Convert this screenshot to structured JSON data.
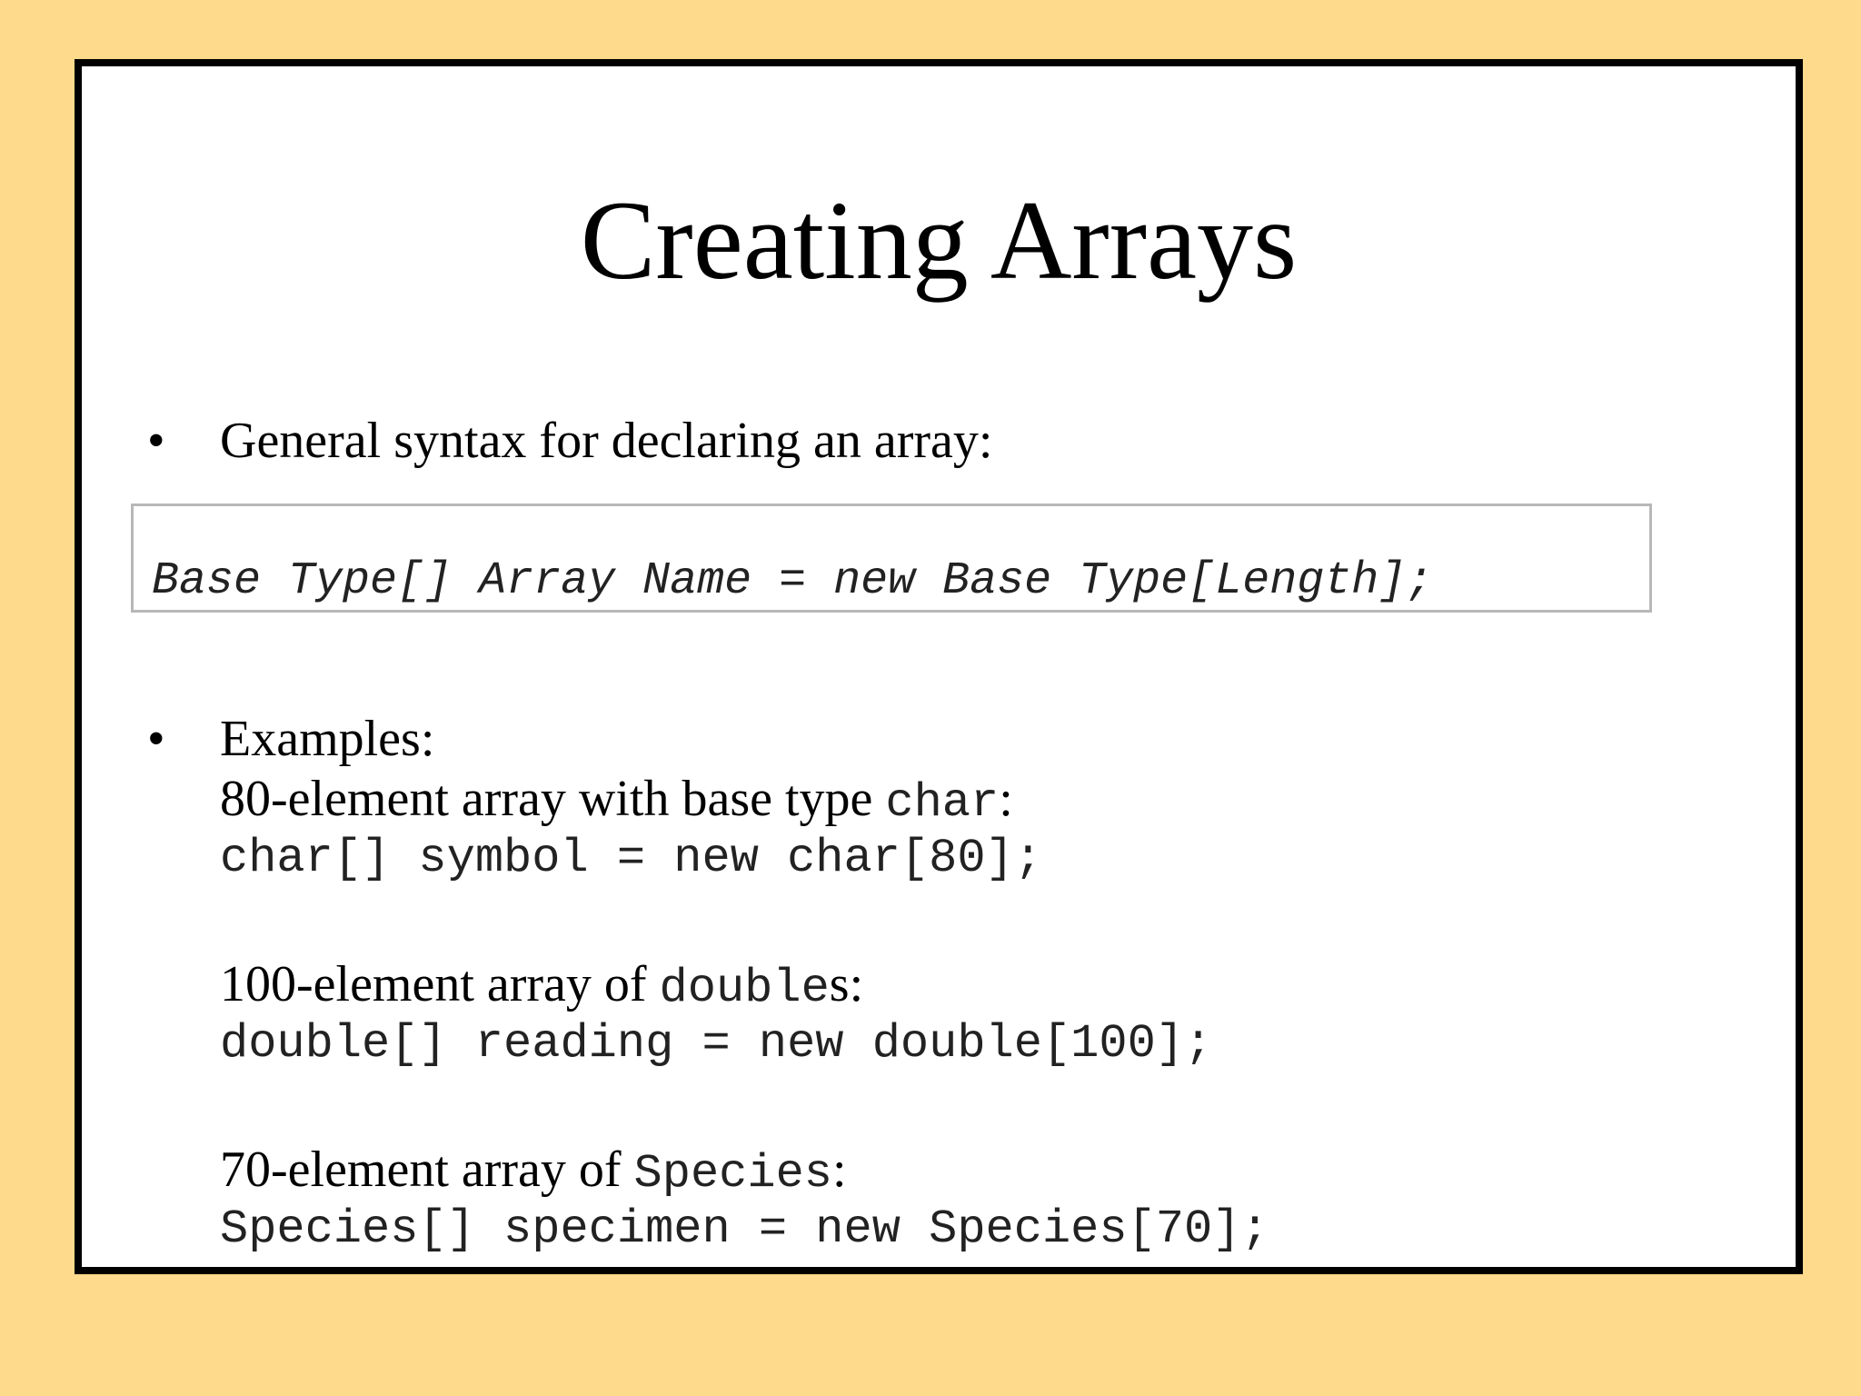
{
  "slide": {
    "title": "Creating Arrays",
    "bullet_symbol": "•",
    "bullet1": {
      "text": "General syntax for declaring an array:"
    },
    "syntax": "Base Type[] Array Name = new Base Type[Length];",
    "bullet2": {
      "text": "Examples:"
    },
    "examples": [
      {
        "desc_prefix": "80-element array with base type ",
        "desc_code": "char",
        "desc_suffix": ":",
        "code": "char[] symbol = new char[80];"
      },
      {
        "desc_prefix": "100-element array of ",
        "desc_code": "double",
        "desc_suffix": "s:",
        "code": "double[] reading = new double[100];"
      },
      {
        "desc_prefix": "70-element array of ",
        "desc_code": "Species",
        "desc_suffix": ":",
        "code": "Species[] specimen = new Species[70];"
      }
    ],
    "colors": {
      "background": "#fdda8c",
      "slide": "#ffffff",
      "border": "#000000"
    }
  }
}
